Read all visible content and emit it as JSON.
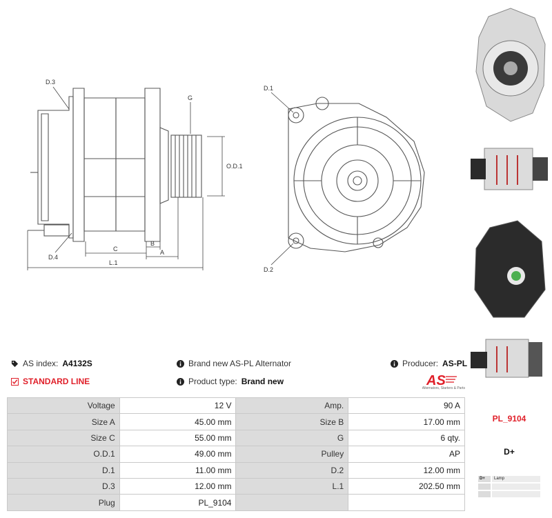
{
  "diagram": {
    "labels": {
      "d3": "D.3",
      "d4": "D.4",
      "g": "G",
      "od1": "O.D.1",
      "c": "C",
      "b": "B",
      "a": "A",
      "l1": "L.1",
      "d1": "D.1",
      "d2": "D.2"
    }
  },
  "info": {
    "as_index_label": "AS index:",
    "as_index_value": "A4132S",
    "description": "Brand new AS-PL Alternator",
    "producer_label": "Producer:",
    "producer_value": "AS-PL",
    "standard_line": "STANDARD LINE",
    "product_type_label": "Product type:",
    "product_type_value": "Brand new",
    "logo_text": "AS",
    "logo_subtitle": "Alternators, Starters & Parts"
  },
  "specs": [
    {
      "k1": "Voltage",
      "v1": "12 V",
      "k2": "Amp.",
      "v2": "90 A"
    },
    {
      "k1": "Size A",
      "v1": "45.00 mm",
      "k2": "Size B",
      "v2": "17.00 mm"
    },
    {
      "k1": "Size C",
      "v1": "55.00 mm",
      "k2": "G",
      "v2": "6 qty."
    },
    {
      "k1": "O.D.1",
      "v1": "49.00 mm",
      "k2": "Pulley",
      "v2": "AP"
    },
    {
      "k1": "D.1",
      "v1": "11.00 mm",
      "k2": "D.2",
      "v2": "12.00 mm"
    },
    {
      "k1": "D.3",
      "v1": "12.00 mm",
      "k2": "L.1",
      "v2": "202.50 mm"
    },
    {
      "k1": "Plug",
      "v1": "PL_9104",
      "k2": "",
      "v2": ""
    }
  ],
  "side": {
    "plug": "PL_9104",
    "terminal": "D+",
    "pins": [
      {
        "pin": "D+",
        "desc": "Lamp"
      },
      {
        "pin": "",
        "desc": ""
      },
      {
        "pin": "",
        "desc": ""
      }
    ]
  },
  "colors": {
    "accent_red": "#e0202a",
    "table_key_bg": "#dcdcdc",
    "line_gray": "#555555"
  }
}
